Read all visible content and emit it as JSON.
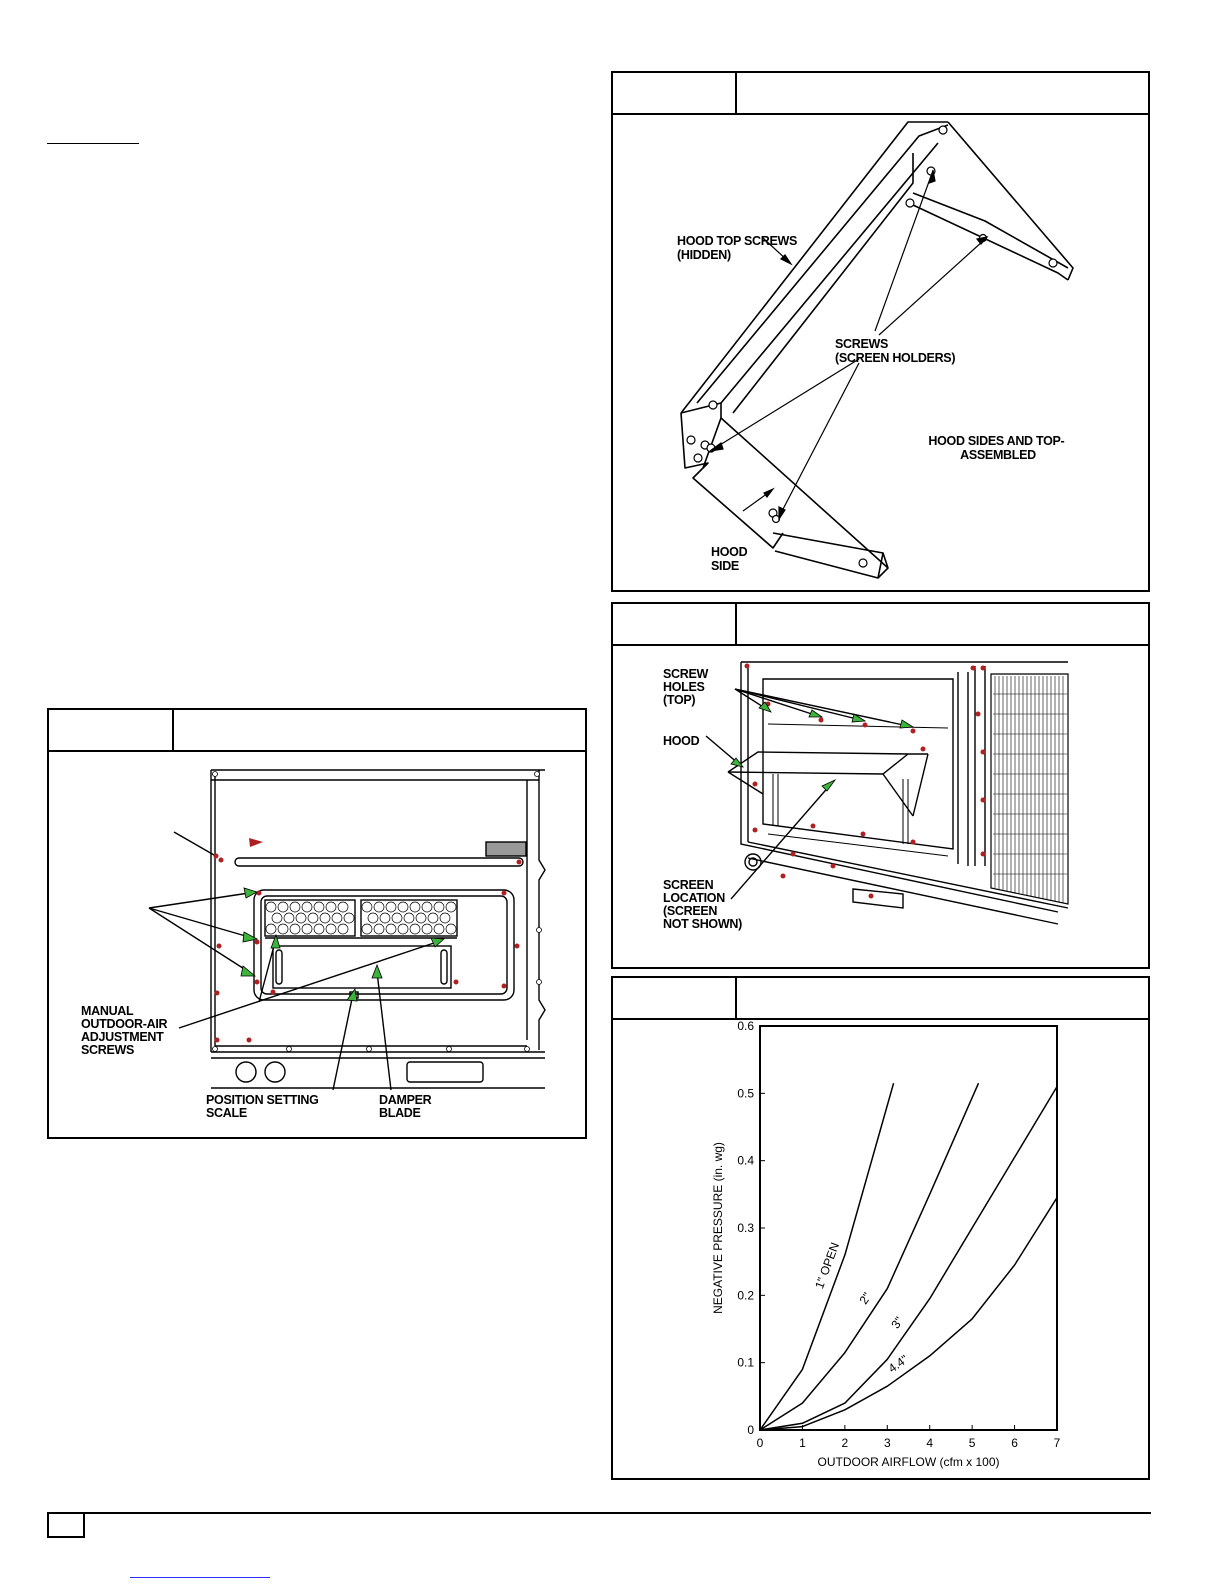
{
  "fig_hood": {
    "labels": {
      "hood_top_screws": [
        "HOOD TOP SCREWS",
        "(HIDDEN)"
      ],
      "screws": [
        "SCREWS",
        "(SCREEN HOLDERS)"
      ],
      "assembled": [
        "HOOD SIDES AND TOP-",
        "ASSEMBLED"
      ],
      "hood_side": [
        "HOOD",
        "SIDE"
      ]
    }
  },
  "fig_screen": {
    "labels": {
      "screw_holes": [
        "SCREW",
        "HOLES",
        "(TOP)"
      ],
      "hood": "HOOD",
      "screen_location": [
        "SCREEN",
        "LOCATION",
        "(SCREEN",
        "NOT SHOWN)"
      ]
    }
  },
  "fig_damper": {
    "labels": {
      "manual_adjust": [
        "MANUAL",
        "OUTDOOR-AIR",
        "ADJUSTMENT",
        "SCREWS"
      ],
      "position_scale": [
        "POSITION SETTING",
        "SCALE"
      ],
      "damper_blade": [
        "DAMPER",
        "BLADE"
      ]
    },
    "colors": {
      "screw": "#b02020",
      "arrow": "#3cb43c"
    }
  },
  "chart_data": {
    "type": "line",
    "xlabel": "OUTDOOR AIRFLOW (cfm x 100)",
    "ylabel": "NEGATIVE PRESSURE (in. wg)",
    "xlim": [
      0,
      7
    ],
    "ylim": [
      0,
      0.6
    ],
    "x_ticks": [
      "0",
      "1",
      "2",
      "3",
      "4",
      "5",
      "6",
      "7"
    ],
    "y_ticks": [
      "0",
      "0.1",
      "0.2",
      "0.3",
      "0.4",
      "0.5",
      "0.6"
    ],
    "series": [
      {
        "name": "1\" OPEN",
        "x": [
          0,
          1,
          2,
          3.15
        ],
        "y": [
          0,
          0.09,
          0.26,
          0.515
        ]
      },
      {
        "name": "2\"",
        "x": [
          0,
          1,
          2,
          3,
          4,
          5.15
        ],
        "y": [
          0,
          0.04,
          0.115,
          0.21,
          0.35,
          0.515
        ]
      },
      {
        "name": "3\"",
        "x": [
          0,
          1,
          2,
          3,
          4,
          5,
          6,
          7
        ],
        "y": [
          0,
          0.01,
          0.04,
          0.105,
          0.195,
          0.3,
          0.405,
          0.51
        ]
      },
      {
        "name": "4.4\"",
        "x": [
          0,
          1,
          2,
          3,
          4,
          5,
          6,
          7
        ],
        "y": [
          0,
          0.005,
          0.03,
          0.065,
          0.11,
          0.165,
          0.245,
          0.345
        ]
      }
    ],
    "curve_labels": [
      {
        "text": "1\" OPEN"
      },
      {
        "text": "2\""
      },
      {
        "text": "3\""
      },
      {
        "text": "4.4\""
      }
    ],
    "grid": false
  }
}
